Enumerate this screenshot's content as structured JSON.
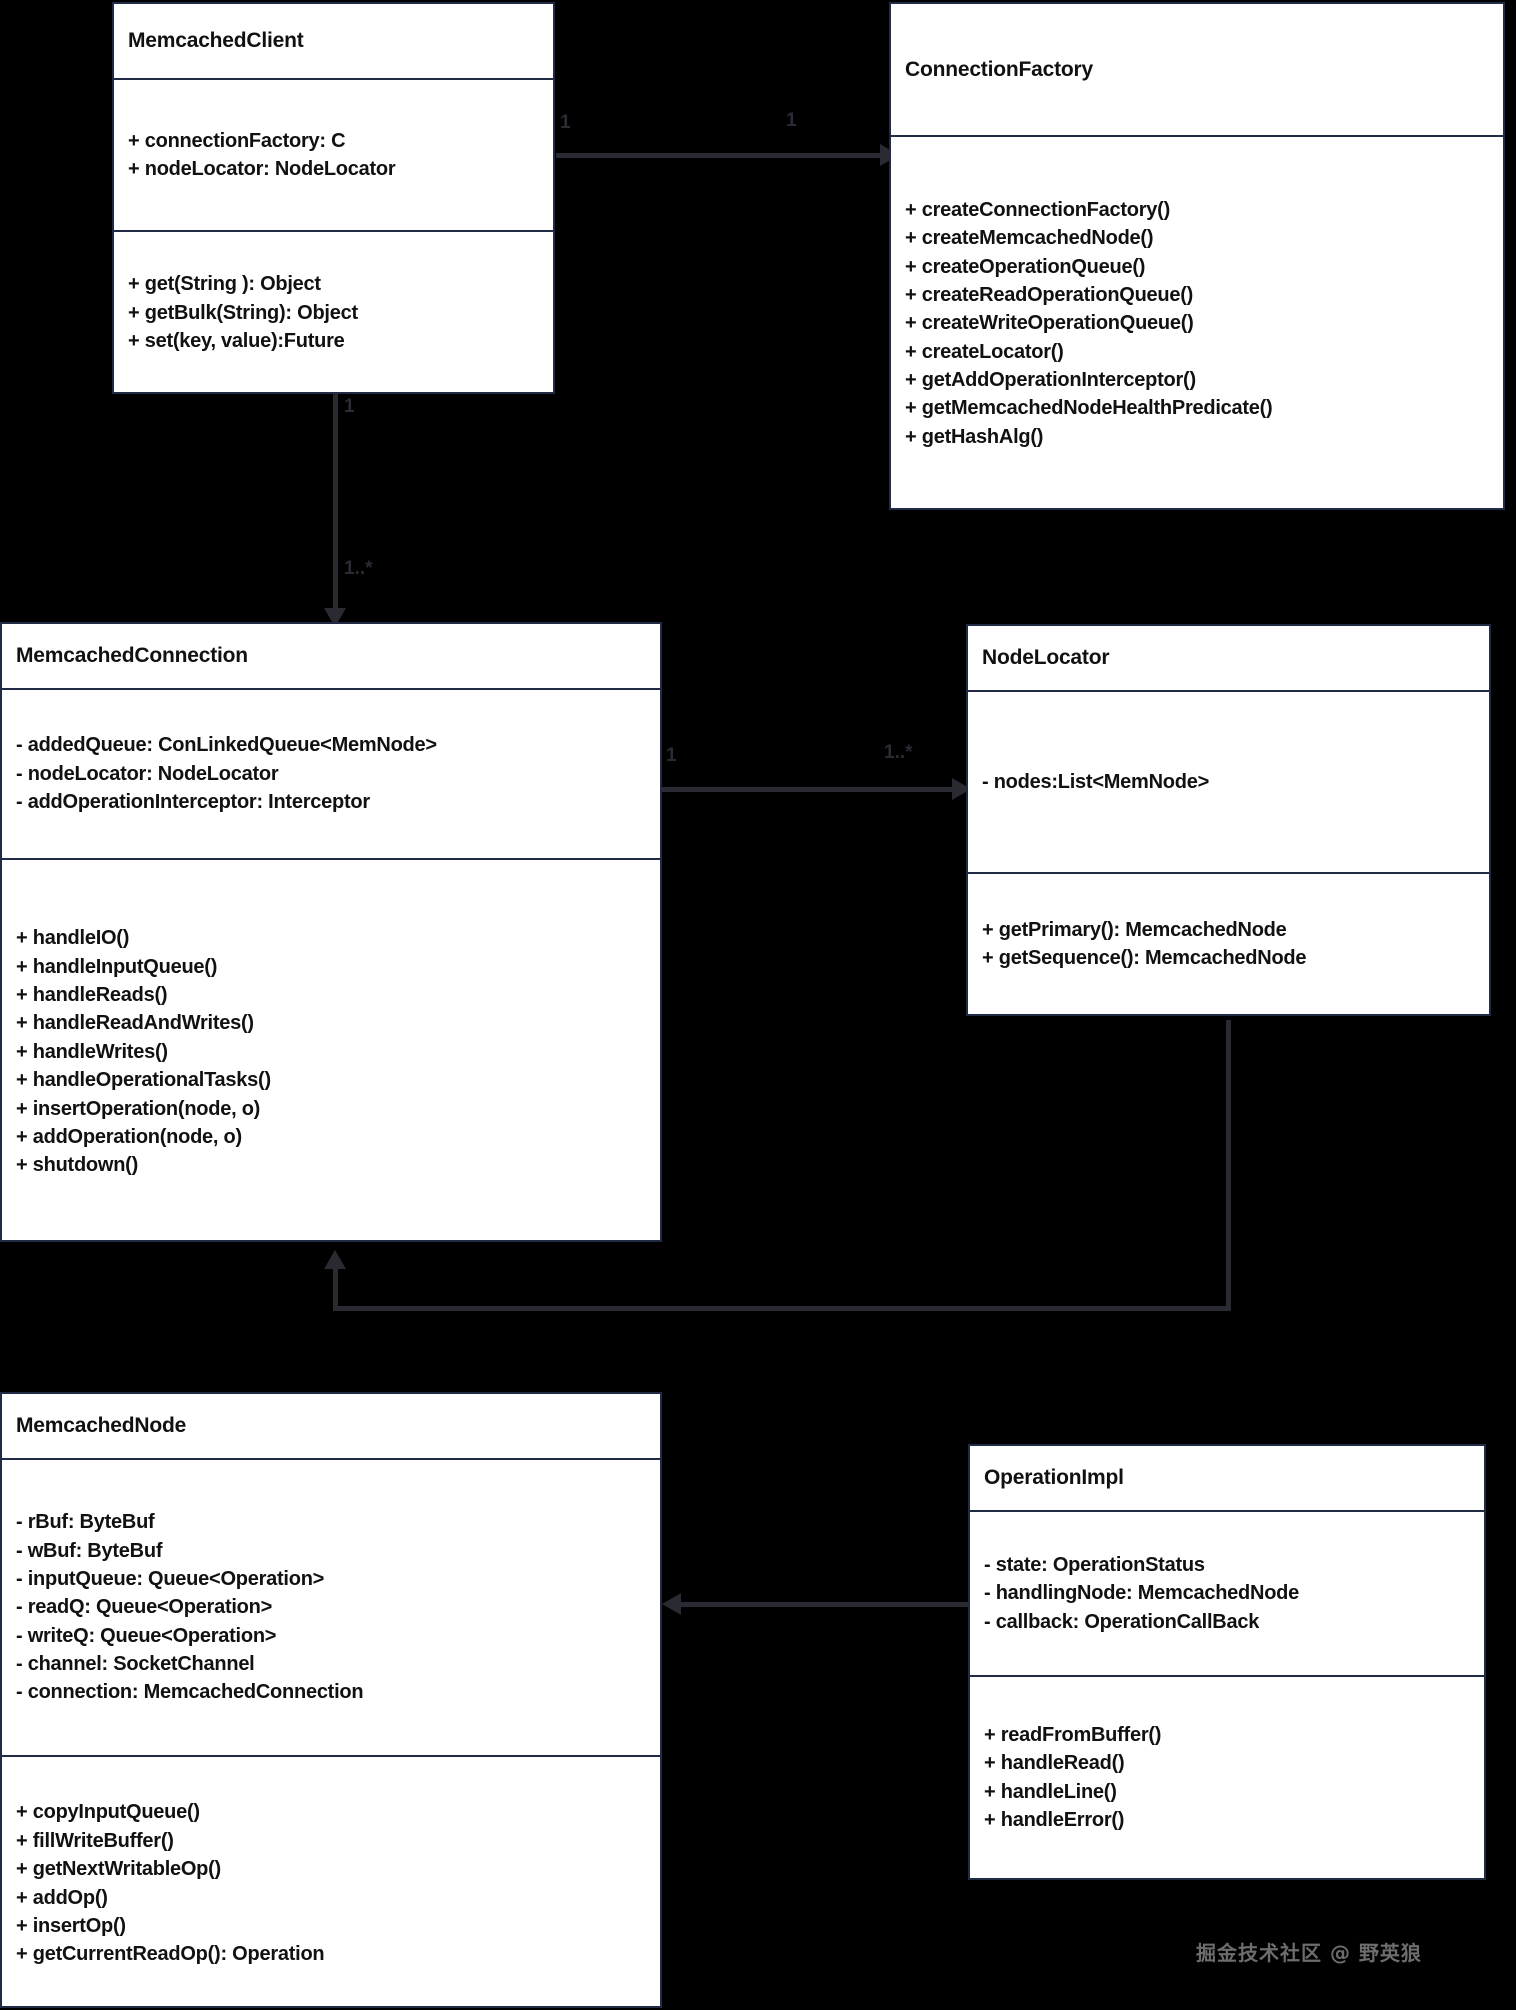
{
  "diagram": {
    "type": "uml-class-diagram",
    "background": "#000000",
    "box_fill": "#ffffff",
    "box_border": "#222b45",
    "connector_color": "#2a2a33"
  },
  "classes": {
    "memcached_client": {
      "name": "MemcachedClient",
      "attributes": [
        "+ connectionFactory: C",
        "+ nodeLocator: NodeLocator"
      ],
      "methods": [
        "+ get(String ): Object",
        "+ getBulk(String): Object",
        "+ set(key, value):Future"
      ]
    },
    "connection_factory": {
      "name": "ConnectionFactory",
      "attributes": [],
      "methods": [
        "+ createConnectionFactory()",
        "+ createMemcachedNode()",
        "+ createOperationQueue()",
        "+ createReadOperationQueue()",
        "+ createWriteOperationQueue()",
        "+ createLocator()",
        "+ getAddOperationInterceptor()",
        "+ getMemcachedNodeHealthPredicate()",
        "+ getHashAlg()"
      ]
    },
    "memcached_connection": {
      "name": "MemcachedConnection",
      "attributes": [
        "- addedQueue: ConLinkedQueue<MemNode>",
        "- nodeLocator: NodeLocator",
        "- addOperationInterceptor: Interceptor"
      ],
      "methods": [
        "+ handleIO()",
        "+ handleInputQueue()",
        "+ handleReads()",
        "+ handleReadAndWrites()",
        "+ handleWrites()",
        "+ handleOperationalTasks()",
        "+ insertOperation(node, o)",
        "+ addOperation(node, o)",
        "+ shutdown()"
      ]
    },
    "node_locator": {
      "name": "NodeLocator",
      "attributes": [
        "- nodes:List<MemNode>"
      ],
      "methods": [
        "+ getPrimary(): MemcachedNode",
        "+ getSequence(): MemcachedNode"
      ]
    },
    "memcached_node": {
      "name": "MemcachedNode",
      "attributes": [
        "- rBuf: ByteBuf",
        "- wBuf: ByteBuf",
        "- inputQueue: Queue<Operation>",
        "- readQ: Queue<Operation>",
        "- writeQ: Queue<Operation>",
        "- channel: SocketChannel",
        "- connection: MemcachedConnection"
      ],
      "methods": [
        "+ copyInputQueue()",
        "+ fillWriteBuffer()",
        "+ getNextWritableOp()",
        "+ addOp()",
        "+ insertOp()",
        "+ getCurrentReadOp(): Operation"
      ]
    },
    "operation_impl": {
      "name": "OperationImpl",
      "attributes": [
        "- state: OperationStatus",
        "- handlingNode: MemcachedNode",
        "- callback: OperationCallBack"
      ],
      "methods": [
        "+ readFromBuffer()",
        "+ handleRead()",
        "+ handleLine()",
        "+ handleError()"
      ]
    }
  },
  "multiplicities": {
    "client_to_factory_source": "1",
    "client_to_factory_target": "1",
    "client_to_connection_source": "1",
    "client_to_connection_target": "1..*",
    "connection_to_locator_source": "1",
    "connection_to_locator_target": "1..*"
  },
  "watermark": {
    "text": "掘金技术社区 @ 野英狼"
  }
}
